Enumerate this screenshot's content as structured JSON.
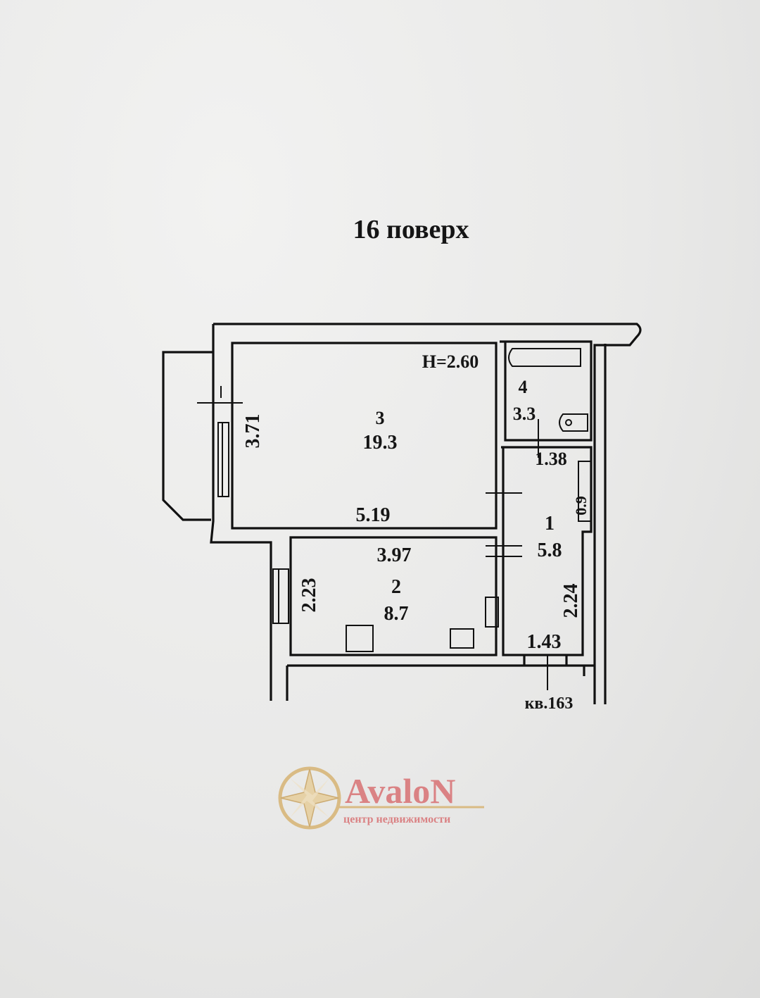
{
  "title": "16 поверх",
  "ceiling_height": "H=2.60",
  "rooms": [
    {
      "number": "1",
      "area": "5.8"
    },
    {
      "number": "2",
      "area": "8.7"
    },
    {
      "number": "3",
      "area": "19.3"
    },
    {
      "number": "4",
      "area": "3.3"
    }
  ],
  "dimensions": {
    "room3_height": "3.71",
    "room3_width": "5.19",
    "room2_width": "3.97",
    "room2_height": "2.23",
    "hall_top": "1.38",
    "hall_side": "0.9",
    "hall_height": "2.24",
    "hall_bottom": "1.43"
  },
  "apartment_label": "кв.163",
  "watermark": {
    "brand": "AvaloN",
    "tagline": "центр недвижимости",
    "brand_color": "#d9787a",
    "gold_color": "#d8b77a"
  }
}
